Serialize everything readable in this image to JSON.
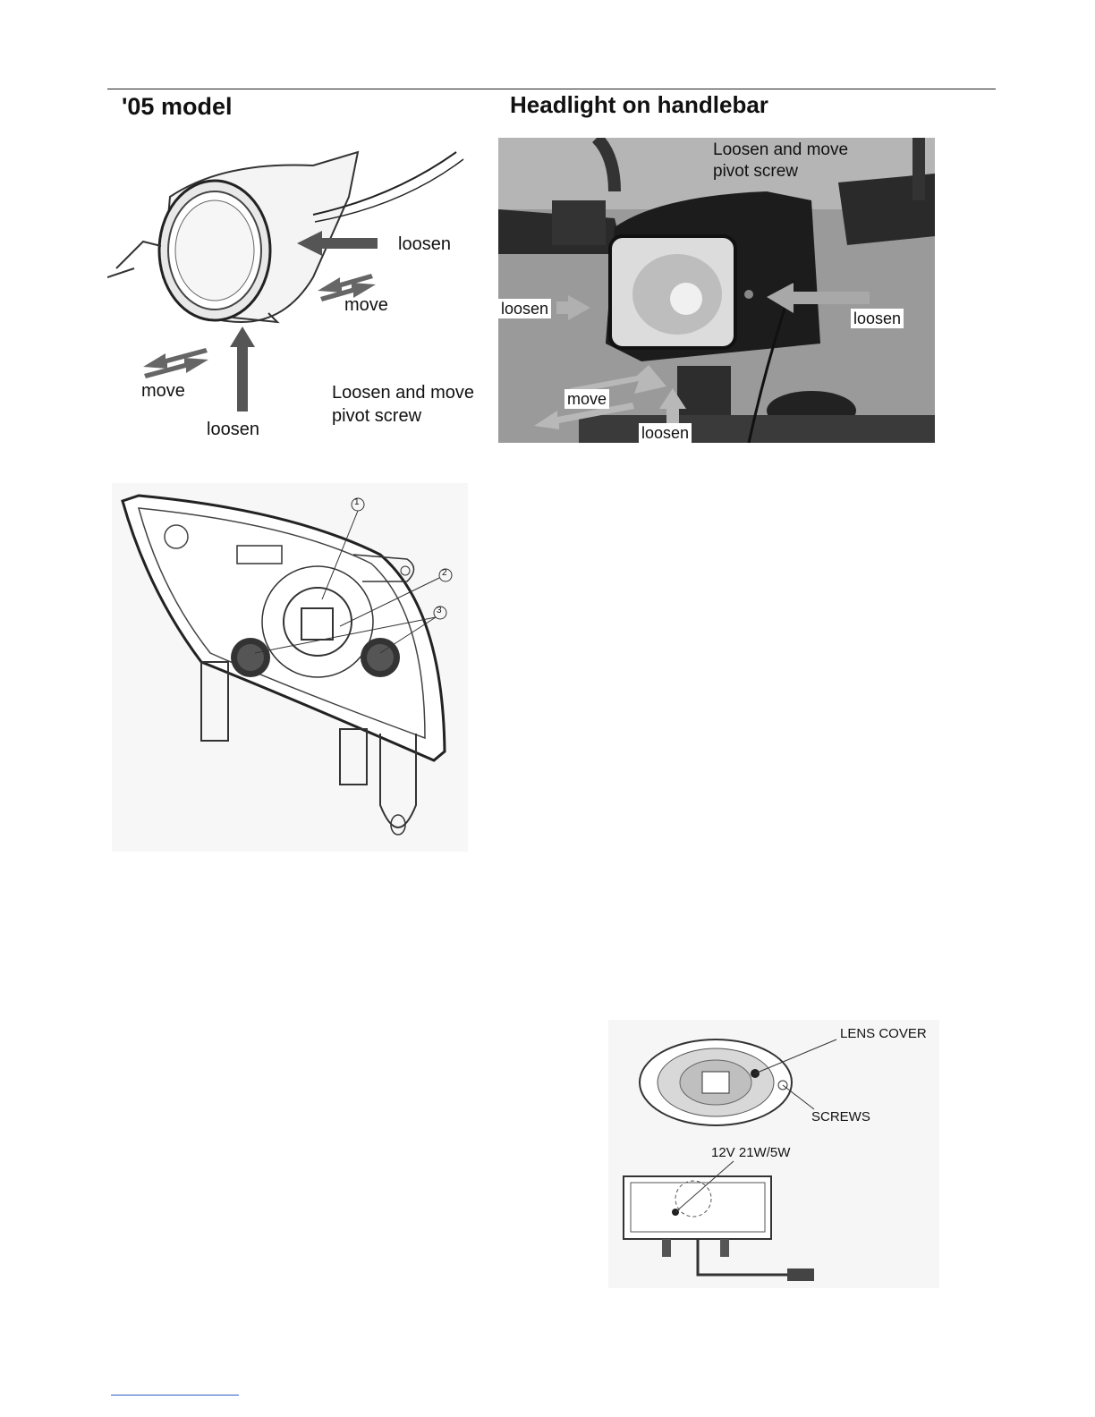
{
  "section_left_title": "'05 model",
  "section_right_title": "Headlight on handlebar",
  "left_diagram": {
    "label_loosen_1": "loosen",
    "label_move_1": "move",
    "label_move_2": "move",
    "label_loosen_2": "loosen",
    "label_pivot_line1": "Loosen and move",
    "label_pivot_line2": "pivot screw"
  },
  "right_photo": {
    "note_line1": "Loosen and move",
    "note_line2": "pivot screw",
    "label_loosen_left": "loosen",
    "label_loosen_right": "loosen",
    "label_move": "move",
    "label_loosen_bottom": "loosen"
  },
  "headlight_diagram": {
    "callout_1": "1",
    "callout_2": "2",
    "callout_3": "3"
  },
  "taillight_diagram": {
    "label_lens_cover": "LENS COVER",
    "label_screws": "SCREWS",
    "label_bulb": "12V 21W/5W"
  }
}
